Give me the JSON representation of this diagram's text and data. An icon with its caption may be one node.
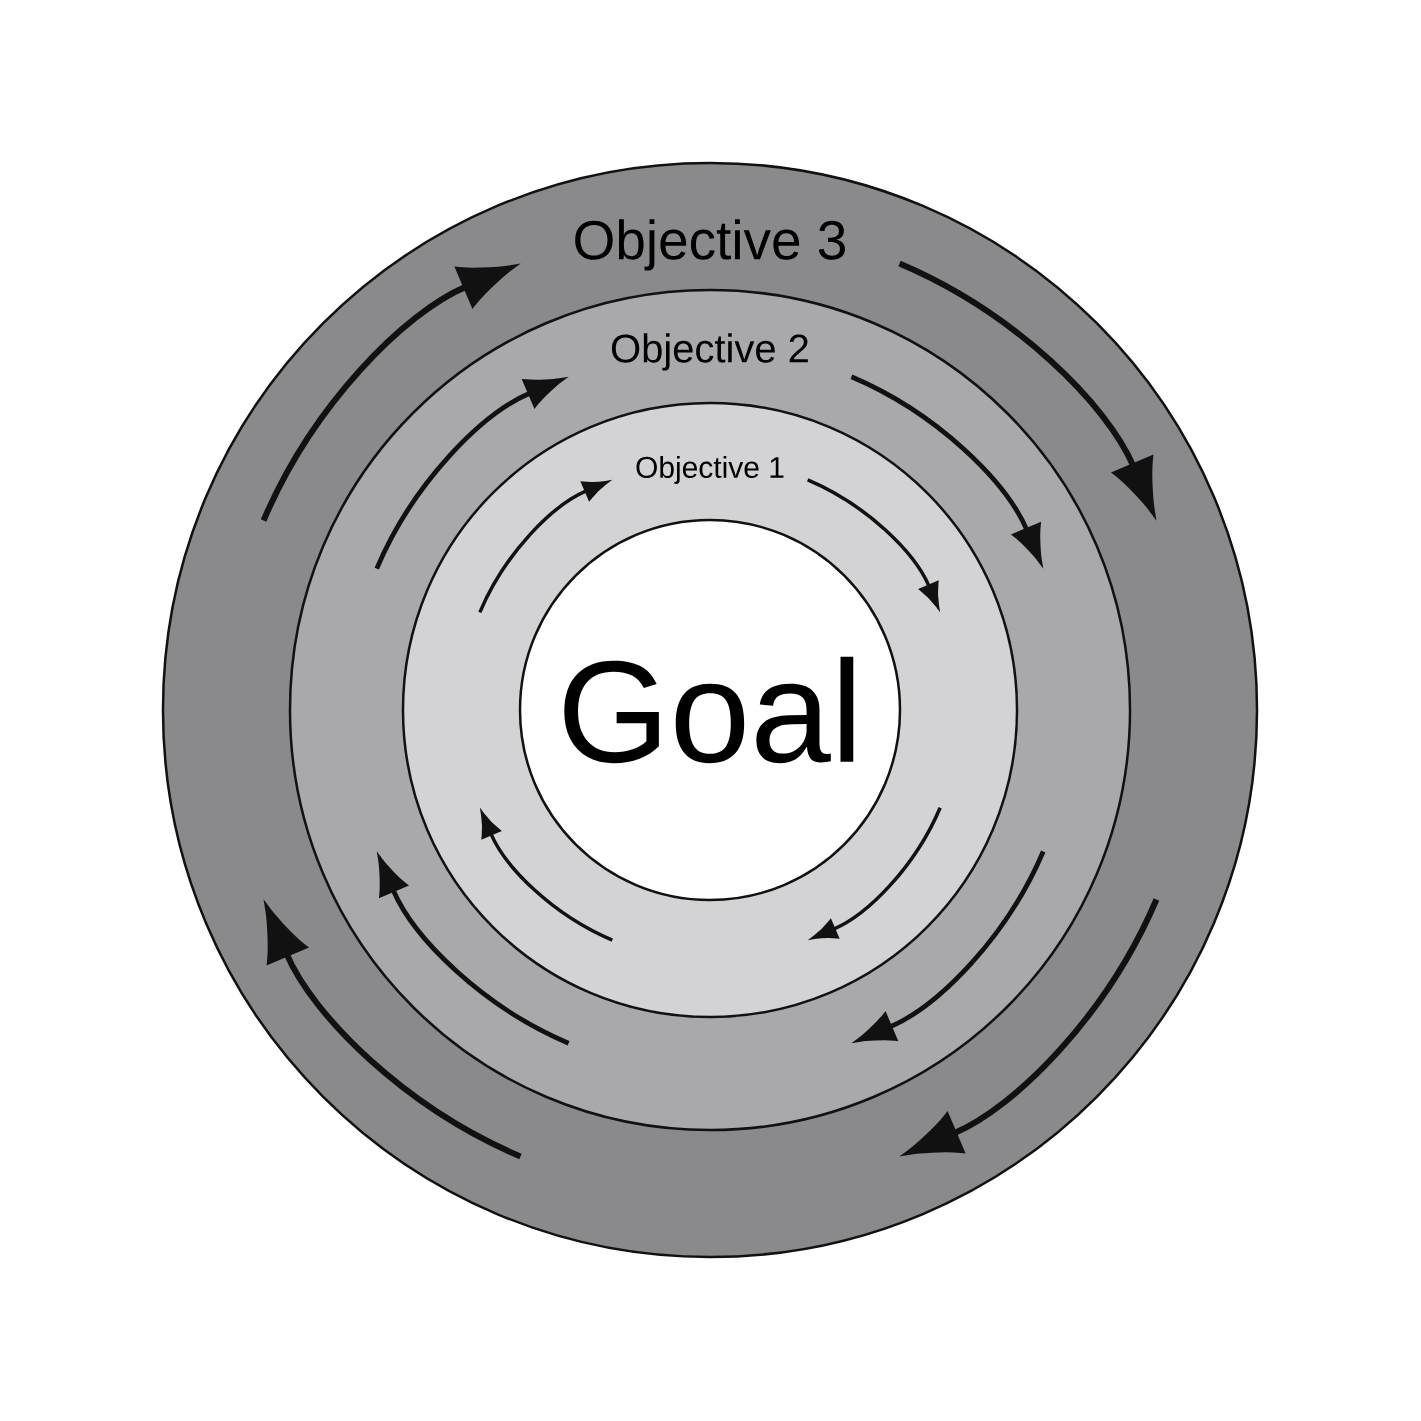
{
  "diagram": {
    "nodes": [
      {
        "text": [
          "Objective 3"
        ]
      },
      {
        "text": [
          "Objective 2"
        ],
        "in": 0
      },
      {
        "text": [
          "Objective 1"
        ],
        "in": 1
      },
      {
        "text": [
          "Goal"
        ],
        "in": 2
      }
    ]
  }
}
